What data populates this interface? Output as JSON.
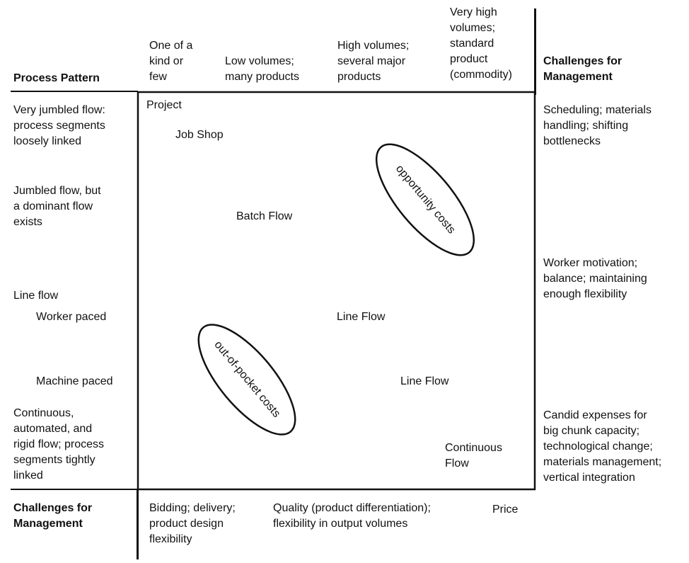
{
  "header": {
    "process_pattern": "Process Pattern",
    "volume_1": "One of a\nkind or\nfew",
    "volume_2": "Low volumes;\nmany products",
    "volume_3": "High volumes;\nseveral major\nproducts",
    "volume_4": "Very high\nvolumes;\nstandard\nproduct\n(commodity)",
    "challenges_right": "Challenges for\nManagement"
  },
  "rows": {
    "row_1": "Very jumbled flow:\nprocess segments\nloosely linked",
    "row_2": "Jumbled flow, but\na dominant flow\nexists",
    "row_3": "Line flow",
    "row_3a": "Worker paced",
    "row_3b": "Machine paced",
    "row_4": "Continuous,\nautomated, and\nrigid flow; process\nsegments tightly\nlinked"
  },
  "matrix": {
    "project": "Project",
    "job_shop": "Job Shop",
    "batch_flow": "Batch Flow",
    "line_flow_1": "Line Flow",
    "line_flow_2": "Line Flow",
    "continuous_flow": "Continuous\nFlow",
    "opportunity_costs": "opportunity costs",
    "out_of_pocket_costs": "out-of-pocket costs"
  },
  "right_challenges": {
    "c1": "Scheduling; materials\nhandling; shifting\nbottlenecks",
    "c2": "Worker motivation;\nbalance; maintaining\nenough flexibility",
    "c3": "Candid expenses for\nbig chunk capacity;\ntechnological change;\nmaterials management;\nvertical integration"
  },
  "bottom": {
    "challenges_label": "Challenges for\nManagement",
    "b1": "Bidding; delivery;\nproduct design\nflexibility",
    "b2": "Quality (product differentiation);\nflexibility in output volumes",
    "b3": "Price"
  }
}
